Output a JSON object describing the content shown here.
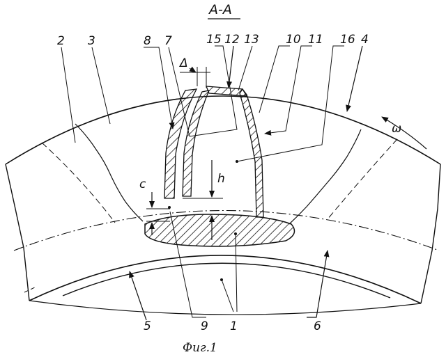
{
  "title": "A-A",
  "caption": "Фиг.1",
  "labels": {
    "l1": "1",
    "l2": "2",
    "l3": "3",
    "l4": "4",
    "l5": "5",
    "l6": "6",
    "l7": "7",
    "l8": "8",
    "l9": "9",
    "l10": "10",
    "l11": "11",
    "l12": "12",
    "l13": "13",
    "l15": "15",
    "l16": "16",
    "c": "c",
    "h": "h",
    "delta": "Δ",
    "omega": "ω"
  },
  "colors": {
    "ink": "#111111",
    "paper": "#ffffff"
  }
}
